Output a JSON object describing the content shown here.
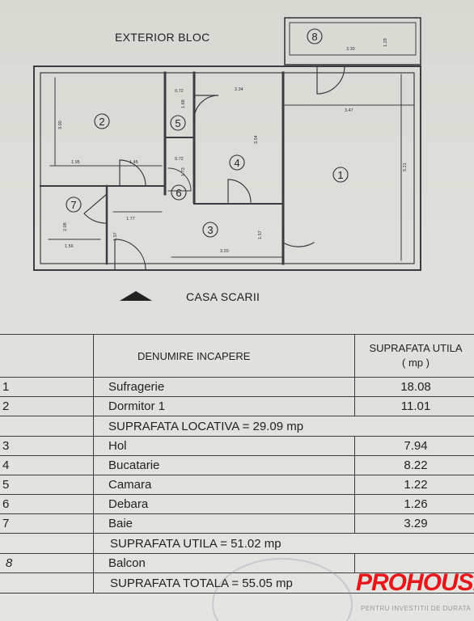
{
  "plan": {
    "exterior_label": "EXTERIOR BLOC",
    "stairs_label": "CASA SCARII",
    "rooms": [
      {
        "num": "1",
        "name": "room-1"
      },
      {
        "num": "2",
        "name": "room-2"
      },
      {
        "num": "3",
        "name": "room-3"
      },
      {
        "num": "4",
        "name": "room-4"
      },
      {
        "num": "5",
        "name": "room-5"
      },
      {
        "num": "6",
        "name": "room-6"
      },
      {
        "num": "7",
        "name": "room-7"
      },
      {
        "num": "8",
        "name": "room-8"
      }
    ],
    "dims": [
      "3.00",
      "1.95",
      "1.45",
      "0.72",
      "1.68",
      "0.72",
      "1.73",
      "2.34",
      "3.54",
      "3.30",
      "1.29",
      "3.47",
      "5.21",
      "2.08",
      "1.56",
      "1.77",
      "1.57",
      "3.20",
      "1.57"
    ]
  },
  "table": {
    "header_name": "DENUMIRE INCAPERE",
    "header_area_line1": "SUPRAFATA UTILA",
    "header_area_line2": "( mp )",
    "rows": [
      {
        "num": "1",
        "name": "Sufragerie",
        "area": "18.08"
      },
      {
        "num": "2",
        "name": "Dormitor 1",
        "area": "11.01"
      },
      {
        "num": "3",
        "name": "Hol",
        "area": "7.94"
      },
      {
        "num": "4",
        "name": "Bucatarie",
        "area": "8.22"
      },
      {
        "num": "5",
        "name": "Camara",
        "area": "1.22"
      },
      {
        "num": "6",
        "name": "Debara",
        "area": "1.26"
      },
      {
        "num": "7",
        "name": "Baie",
        "area": "3.29"
      },
      {
        "num": "8",
        "name": "Balcon",
        "area": ""
      }
    ],
    "sum_locativa": "SUPRAFATA  LOCATIVA = 29.09 mp",
    "sum_utila": "SUPRAFATA  UTILA = 51.02 mp",
    "sum_totala": "SUPRAFATA  TOTALA = 55.05 mp",
    "balcon_num_display": "8"
  },
  "brand": {
    "name": "PROHOUSE",
    "tagline": "PENTRU INVESTITII DE DURATA",
    "color": "#e8151b"
  }
}
